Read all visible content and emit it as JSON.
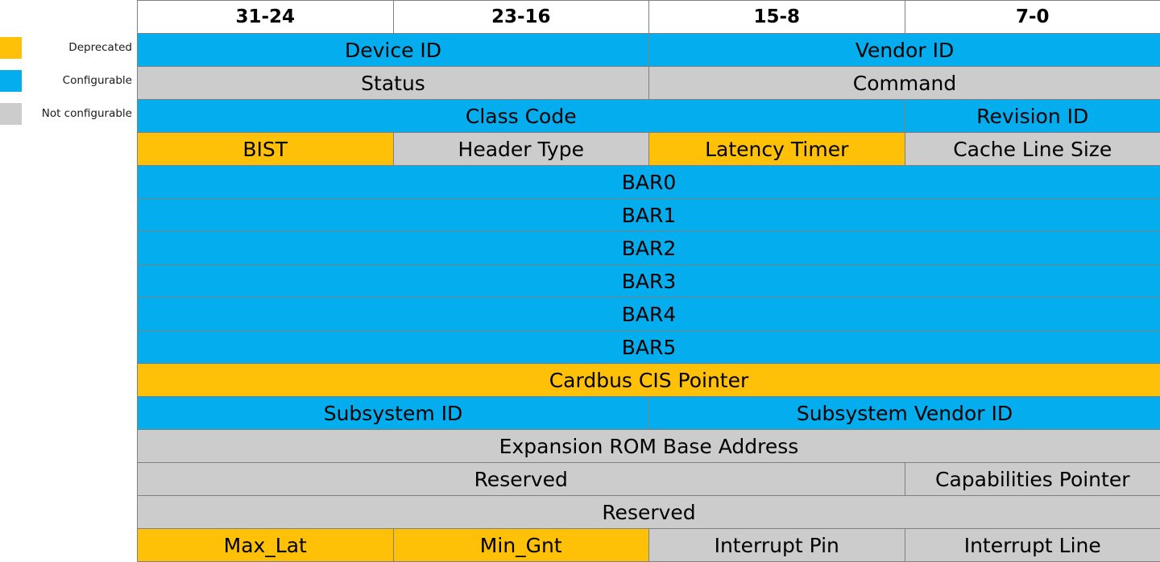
{
  "colors": {
    "deprecated": "#FFC107",
    "configurable": "#03ADEE",
    "not_configurable": "#CCCCCC",
    "grid_line": "#808080",
    "text": "#000000",
    "background": "#FFFFFF"
  },
  "legend": {
    "items": [
      {
        "label": "Deprecated",
        "key": "deprecated",
        "color": "#FFC107"
      },
      {
        "label": "Configurable",
        "key": "configurable",
        "color": "#03ADEE"
      },
      {
        "label": "Not configurable",
        "key": "not_configurable",
        "color": "#CCCCCC"
      }
    ]
  },
  "table": {
    "headers": [
      "31-24",
      "23-16",
      "15-8",
      "7-0"
    ],
    "rows": [
      {
        "cells": [
          {
            "label": "Device  ID",
            "span": 2,
            "fill": "configurable"
          },
          {
            "label": "Vendor ID",
            "span": 2,
            "fill": "configurable"
          }
        ]
      },
      {
        "cells": [
          {
            "label": "Status",
            "span": 2,
            "fill": "not_configurable"
          },
          {
            "label": "Command",
            "span": 2,
            "fill": "not_configurable"
          }
        ]
      },
      {
        "cells": [
          {
            "label": "Class Code",
            "span": 3,
            "fill": "configurable"
          },
          {
            "label": "Revision ID",
            "span": 1,
            "fill": "configurable"
          }
        ]
      },
      {
        "cells": [
          {
            "label": "BIST",
            "span": 1,
            "fill": "deprecated"
          },
          {
            "label": "Header Type",
            "span": 1,
            "fill": "not_configurable"
          },
          {
            "label": "Latency Timer",
            "span": 1,
            "fill": "deprecated"
          },
          {
            "label": "Cache Line Size",
            "span": 1,
            "fill": "not_configurable"
          }
        ]
      },
      {
        "cells": [
          {
            "label": "BAR0",
            "span": 4,
            "fill": "configurable"
          }
        ]
      },
      {
        "cells": [
          {
            "label": "BAR1",
            "span": 4,
            "fill": "configurable"
          }
        ]
      },
      {
        "cells": [
          {
            "label": "BAR2",
            "span": 4,
            "fill": "configurable"
          }
        ]
      },
      {
        "cells": [
          {
            "label": "BAR3",
            "span": 4,
            "fill": "configurable"
          }
        ]
      },
      {
        "cells": [
          {
            "label": "BAR4",
            "span": 4,
            "fill": "configurable"
          }
        ]
      },
      {
        "cells": [
          {
            "label": "BAR5",
            "span": 4,
            "fill": "configurable"
          }
        ]
      },
      {
        "cells": [
          {
            "label": "Cardbus CIS Pointer",
            "span": 4,
            "fill": "deprecated"
          }
        ]
      },
      {
        "cells": [
          {
            "label": "Subsystem ID",
            "span": 2,
            "fill": "configurable"
          },
          {
            "label": "Subsystem Vendor ID",
            "span": 2,
            "fill": "configurable"
          }
        ]
      },
      {
        "cells": [
          {
            "label": "Expansion ROM Base Address",
            "span": 4,
            "fill": "not_configurable"
          }
        ]
      },
      {
        "cells": [
          {
            "label": "Reserved",
            "span": 3,
            "fill": "not_configurable"
          },
          {
            "label": "Capabilities Pointer",
            "span": 1,
            "fill": "not_configurable"
          }
        ]
      },
      {
        "cells": [
          {
            "label": "Reserved",
            "span": 4,
            "fill": "not_configurable"
          }
        ]
      },
      {
        "cells": [
          {
            "label": "Max_Lat",
            "span": 1,
            "fill": "deprecated"
          },
          {
            "label": "Min_Gnt",
            "span": 1,
            "fill": "deprecated"
          },
          {
            "label": "Interrupt Pin",
            "span": 1,
            "fill": "not_configurable"
          },
          {
            "label": "Interrupt Line",
            "span": 1,
            "fill": "not_configurable"
          }
        ]
      }
    ]
  }
}
